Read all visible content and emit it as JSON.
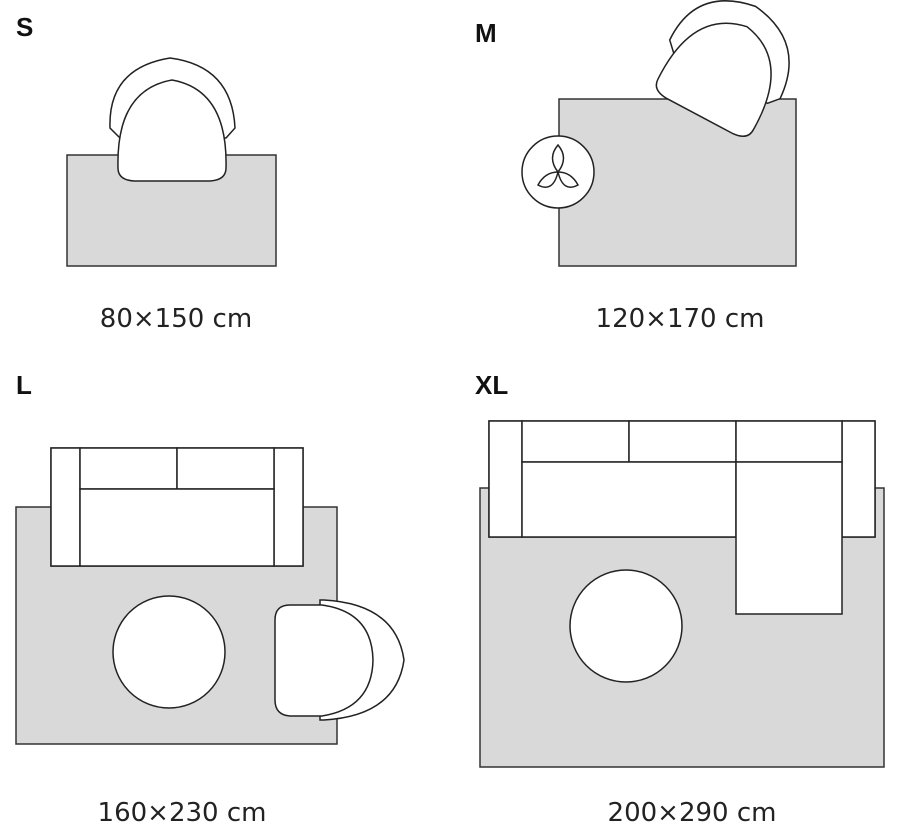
{
  "panels": [
    {
      "size": "S",
      "dimensions": "80×150 cm"
    },
    {
      "size": "M",
      "dimensions": "120×170 cm"
    },
    {
      "size": "L",
      "dimensions": "160×230 cm"
    },
    {
      "size": "XL",
      "dimensions": "200×290 cm"
    }
  ],
  "colors": {
    "rug": "#d9d9d9",
    "outline": "#222222",
    "furniture": "#ffffff"
  }
}
